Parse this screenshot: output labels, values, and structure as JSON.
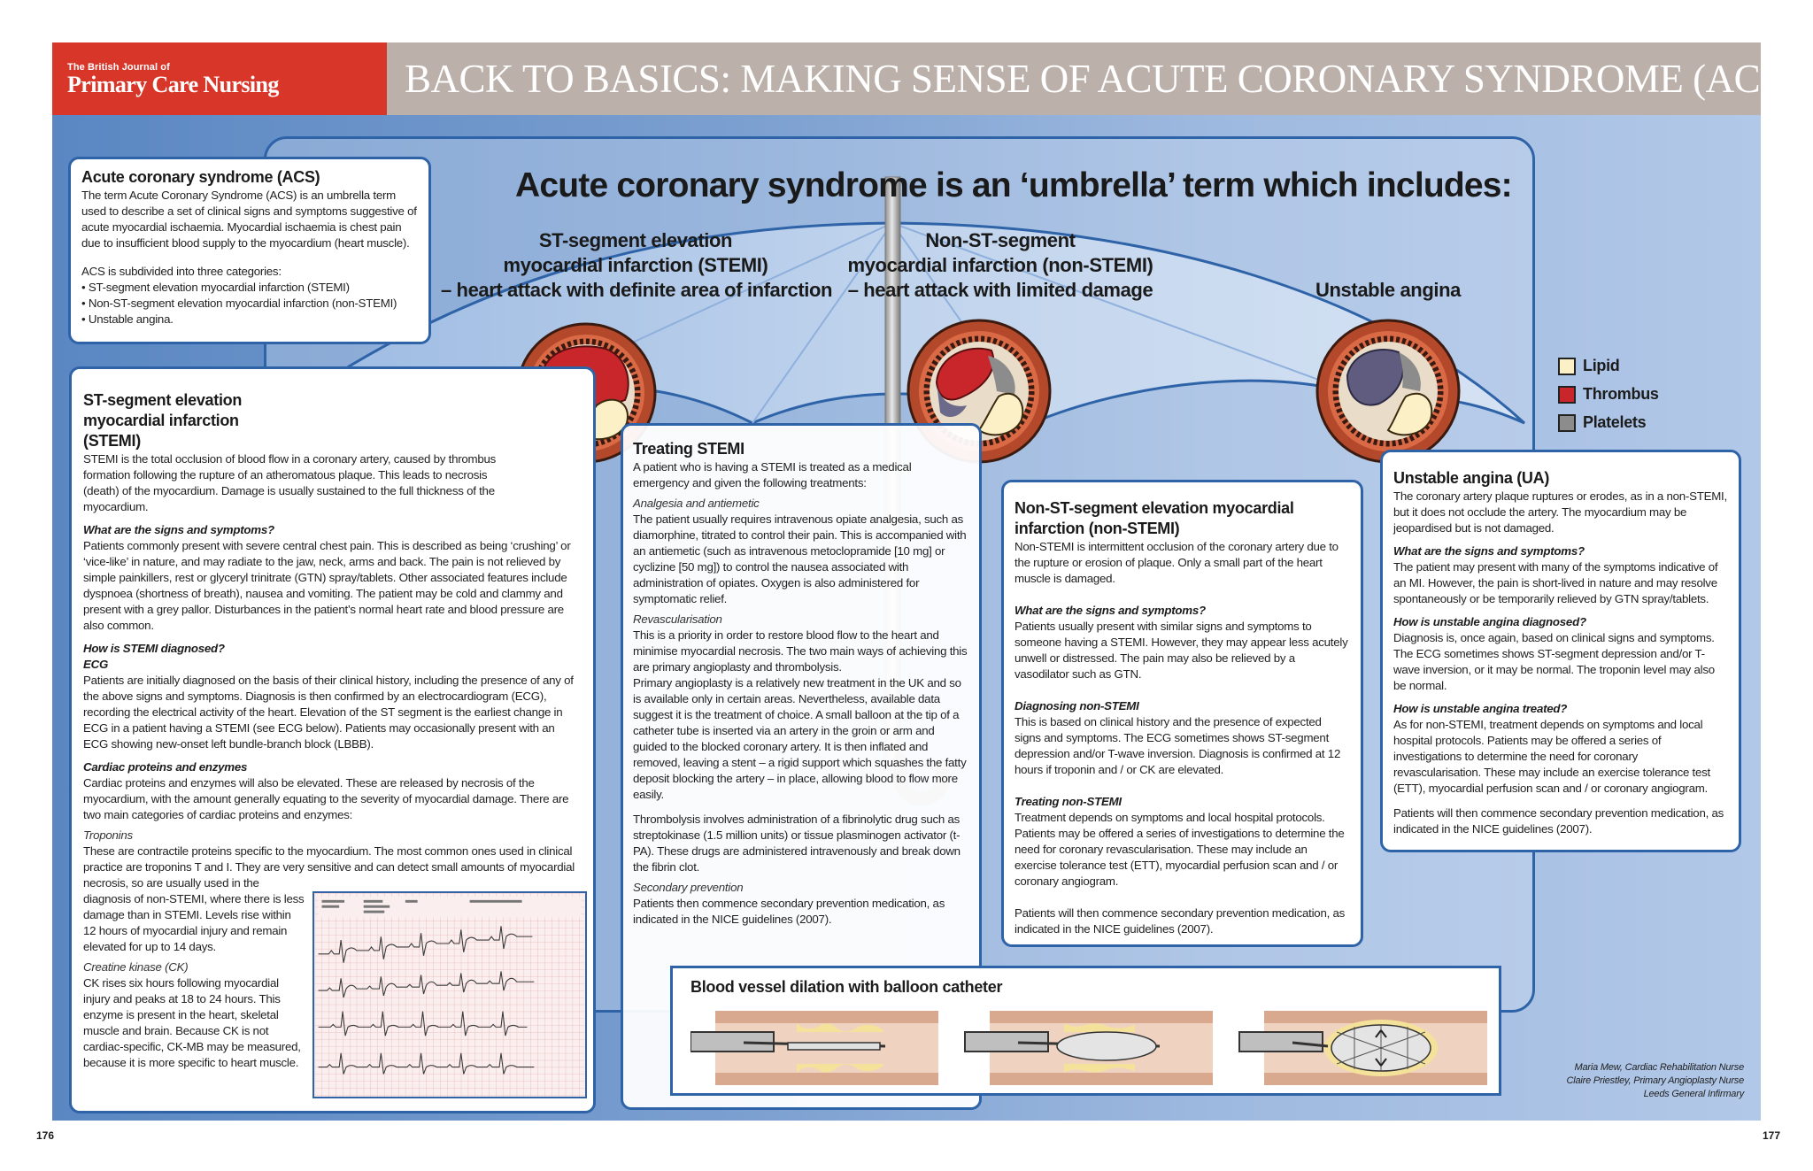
{
  "header": {
    "journal_small": "The British Journal of",
    "journal_title": "Primary Care Nursing",
    "title": "BACK TO BASICS: MAKING SENSE OF ACUTE CORONARY SYNDROME (ACS)"
  },
  "umbrella": {
    "title": "Acute coronary syndrome is an ‘umbrella’ term which includes:",
    "categories": [
      {
        "l1": "ST-segment elevation",
        "l2": "myocardial infarction (STEMI)",
        "l3": "– heart attack with definite area of infarction"
      },
      {
        "l1": "Non-ST-segment",
        "l2": "myocardial infarction (non-STEMI)",
        "l3": "– heart attack with limited damage"
      },
      {
        "l1": "Unstable angina",
        "l2": "",
        "l3": ""
      }
    ]
  },
  "legend": [
    {
      "label": "Lipid",
      "color": "#fbf0c6"
    },
    {
      "label": "Thrombus",
      "color": "#c8262b"
    },
    {
      "label": "Platelets",
      "color": "#8c8c8c"
    }
  ],
  "acs_box": {
    "title": "Acute coronary syndrome (ACS)",
    "p1": "The term Acute Coronary Syndrome (ACS) is an umbrella term used to describe a set of clinical signs and symptoms suggestive of acute myocardial ischaemia. Myocardial ischaemia is chest pain due to insufficient blood supply to the myocardium (heart muscle).",
    "p2": "ACS is subdivided into three categories:",
    "items": [
      "ST-segment elevation myocardial infarction (STEMI)",
      "Non-ST-segment elevation myocardial infarction (non-STEMI)",
      "Unstable angina."
    ]
  },
  "stemi_box": {
    "title": "ST-segment elevation myocardial infarction (STEMI)",
    "intro": "STEMI is the total occlusion of blood flow in a coronary artery, caused by thrombus formation following the rupture of an atheromatous plaque. This leads to necrosis (death) of the myocardium. Damage is usually sustained to the full thickness of the myocardium.",
    "h_signs": "What are the signs and symptoms?",
    "signs": "Patients commonly present with severe central chest pain. This is described as being ‘crushing’ or ‘vice-like’ in nature, and may radiate to the jaw, neck, arms and back. The pain is not relieved by simple painkillers, rest or glyceryl trinitrate (GTN) spray/tablets. Other associated features include dyspnoea (shortness of breath), nausea and vomiting. The patient may be cold and clammy and present with a grey pallor. Disturbances in the patient’s normal heart rate and blood pressure are also common.",
    "h_diag": "How is STEMI diagnosed?",
    "h_ecg": "ECG",
    "ecg": "Patients are initially diagnosed on the basis of their clinical history, including the presence of any of the above signs and symptoms. Diagnosis is then confirmed by an electrocardiogram (ECG), recording the electrical activity of the heart. Elevation of the ST segment is the earliest change in ECG in a patient having a STEMI (see ECG below). Patients may occasionally present with an ECG showing new-onset left bundle-branch block (LBBB).",
    "h_cardiac": "Cardiac proteins and enzymes",
    "cardiac": "Cardiac proteins and enzymes will also be elevated. These are released by necrosis of the myocardium, with the amount generally equating to the severity of myocardial damage. There are two main categories of cardiac proteins and enzymes:",
    "h_trop": "Troponins",
    "trop_a": "These are contractile proteins specific to the myocardium. The most common ones used in clinical practice are troponins T and I. They are very sensitive and can detect small amounts of myocardial",
    "trop_b": "necrosis, so are usually used in the diagnosis of non-STEMI, where there is less damage than in STEMI. Levels rise within 12 hours of myocardial injury and remain elevated for up to 14 days.",
    "h_ck": "Creatine kinase (CK)",
    "ck": "CK rises six hours following myocardial injury and peaks at 18 to 24 hours. This enzyme is present in the heart, skeletal muscle and brain. Because CK is not cardiac-specific, CK-MB may be measured, because it is more specific to heart muscle."
  },
  "treat_box": {
    "title": "Treating STEMI",
    "intro": "A patient who is having a STEMI is treated as a medical emergency and given the following treatments:",
    "h_anal": "Analgesia and antiemetic",
    "anal": "The patient usually requires intravenous opiate analgesia, such as diamorphine, titrated to control their pain. This is accompanied with an antiemetic (such as intravenous metoclopramide [10 mg] or cyclizine [50 mg]) to control the nausea associated with administration of opiates. Oxygen is also administered for symptomatic relief.",
    "h_revasc": "Revascularisation",
    "revasc": "This is a priority in order to restore blood flow to the heart and minimise myocardial necrosis. The two main ways of achieving this are primary angioplasty and thrombolysis.",
    "angio": "Primary angioplasty is a relatively new treatment in the UK and so is available only in certain areas. Nevertheless, available data suggest it is the treatment of choice. A small balloon at the tip of a catheter tube is inserted via an artery in the groin or arm and guided to the blocked coronary artery. It is then inflated and removed, leaving a stent – a rigid support which squashes the fatty deposit blocking the artery – in place, allowing blood to flow more easily.",
    "thromb": "Thrombolysis involves administration of a fibrinolytic drug such as streptokinase (1.5 million units) or tissue plasminogen activator (t-PA). These drugs are administered intravenously and break down the fibrin clot.",
    "h_sec": "Secondary prevention",
    "sec": "Patients then commence secondary prevention medication, as indicated in the NICE guidelines (2007)."
  },
  "non_box": {
    "title": "Non-ST-segment elevation myocardial infarction (non-STEMI)",
    "intro": "Non-STEMI is intermittent occlusion of the coronary artery due to the rupture or erosion of plaque. Only a small part of the heart muscle is damaged.",
    "h_signs": "What are the signs and symptoms?",
    "signs": "Patients usually present with similar signs and symptoms to someone having a STEMI. However, they may appear less acutely unwell or distressed. The pain may also be relieved by a vasodilator such as GTN.",
    "h_diag": "Diagnosing non-STEMI",
    "diag": "This is based on clinical history and the presence of expected signs and symptoms. The ECG sometimes shows ST-segment depression and/or T-wave inversion. Diagnosis is confirmed at 12 hours if troponin and / or CK are elevated.",
    "h_treat": "Treating non-STEMI",
    "treat": "Treatment depends on symptoms and local hospital protocols. Patients may be offered a series of investigations to determine the need for coronary revascularisation. These may include an exercise tolerance test (ETT), myocardial perfusion scan and / or coronary angiogram.",
    "sec": "Patients will then commence secondary prevention medication, as indicated in the NICE guidelines (2007)."
  },
  "ua_box": {
    "title": "Unstable angina (UA)",
    "intro": "The coronary artery plaque ruptures or erodes, as in a non-STEMI, but it does not occlude the artery. The myocardium may be jeopardised but is not damaged.",
    "h_signs": "What are the signs and symptoms?",
    "signs": "The patient may present with many of the symptoms indicative of an MI. However, the pain is short-lived in nature and may resolve spontaneously or be temporarily relieved by GTN spray/tablets.",
    "h_diag": "How is unstable angina diagnosed?",
    "diag": "Diagnosis is, once again, based on clinical signs and symptoms. The ECG sometimes shows ST-segment depression and/or T-wave inversion, or it may be normal. The troponin level may also be normal.",
    "h_treat": "How is unstable angina treated?",
    "treat": "As for non-STEMI, treatment depends on symptoms and local hospital protocols. Patients may be offered a series of investigations to determine the need for coronary revascularisation. These may include an exercise tolerance test (ETT), myocardial perfusion scan and / or coronary angiogram.",
    "sec": "Patients will then commence secondary prevention medication, as indicated in the NICE guidelines (2007)."
  },
  "balloon": {
    "title": "Blood vessel dilation with balloon catheter"
  },
  "credits": [
    "Maria Mew, Cardiac Rehabilitation Nurse",
    "Claire Priestley, Primary Angioplasty Nurse",
    "Leeds General Infirmary"
  ],
  "page_left": "176",
  "page_right": "177"
}
